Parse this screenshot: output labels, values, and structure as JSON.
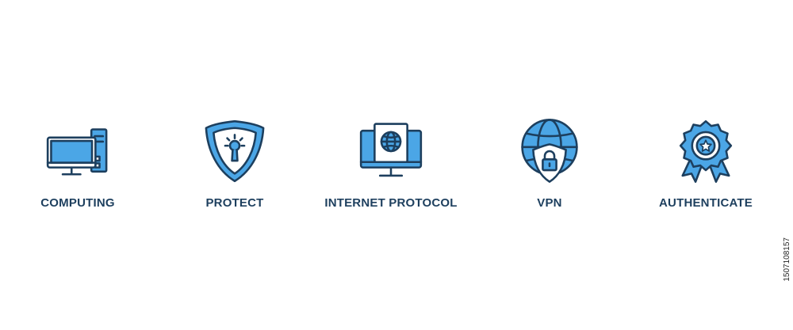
{
  "colors": {
    "outline": "#1d3f5e",
    "fill": "#4ba6e6",
    "light": "#ffffff",
    "text": "#1d3f5e"
  },
  "items": [
    {
      "label": "COMPUTING",
      "icon": "computer-tower-icon"
    },
    {
      "label": "PROTECT",
      "icon": "shield-keyhole-icon"
    },
    {
      "label": "INTERNET PROTOCOL",
      "icon": "monitor-globe-icon"
    },
    {
      "label": "VPN",
      "icon": "globe-lock-shield-icon"
    },
    {
      "label": "AUTHENTICATE",
      "icon": "award-badge-icon"
    }
  ],
  "stock_id": "1507108157"
}
